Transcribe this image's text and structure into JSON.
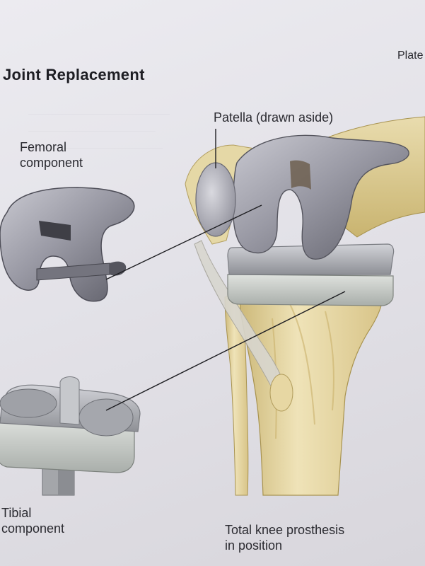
{
  "header": {
    "title": "Joint Replacement",
    "plate": "Plate"
  },
  "labels": {
    "femoral_line1": "Femoral",
    "femoral_line2": "component",
    "patella": "Patella (drawn aside)",
    "tibial_line1": "Tibial",
    "tibial_line2": "component",
    "prosthesis_line1": "Total knee prosthesis",
    "prosthesis_line2": "in position"
  },
  "colors": {
    "paper": "#e6e5ea",
    "metal": "#8a8a94",
    "bone": "#e7d9a8",
    "text": "#2a2a30"
  }
}
